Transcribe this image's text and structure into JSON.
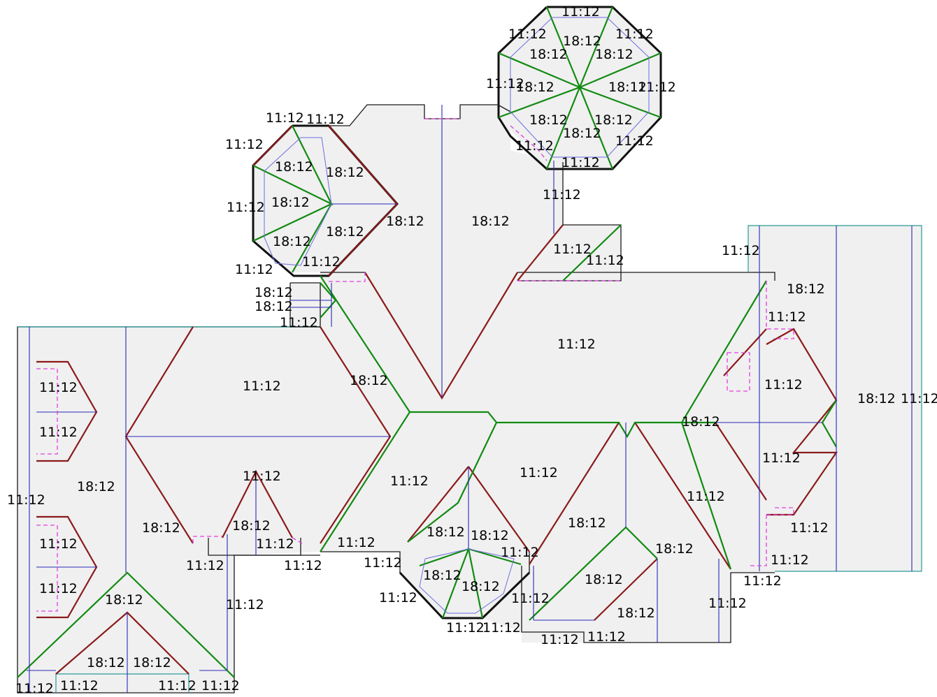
{
  "diagram": {
    "pitch_labels": [
      "11:12",
      "11:12",
      "11:12",
      "18:12",
      "18:12",
      "18:12",
      "18:12",
      "11:12",
      "18:12",
      "18:12",
      "18:12",
      "18:12",
      "18:12",
      "11:12",
      "11:12",
      "11:12",
      "11:12",
      "11:12",
      "11:12",
      "18:12",
      "18:12",
      "18:12",
      "18:12",
      "18:12",
      "18:12",
      "11:12",
      "11:12",
      "11:12",
      "11:12",
      "18:12",
      "11:12",
      "18:12",
      "18:12",
      "11:12",
      "11:12",
      "11:12",
      "11:12",
      "18:12",
      "11:12",
      "11:12",
      "18:12",
      "11:12",
      "18:12",
      "11:12",
      "11:12",
      "11:12",
      "11:12",
      "11:12",
      "11:12",
      "18:12",
      "18:12",
      "11:12",
      "11:12",
      "11:12",
      "18:12",
      "11:12",
      "11:12",
      "11:12",
      "11:12",
      "11:12",
      "11:12",
      "18:12",
      "11:12",
      "11:12",
      "18:12",
      "18:12",
      "11:12",
      "11:12",
      "11:12",
      "11:12",
      "18:12",
      "18:12",
      "11:12",
      "11:12",
      "11:12",
      "11:12",
      "11:12",
      "18:12",
      "11:12",
      "11:12",
      "18:12",
      "11:12",
      "18:12",
      "18:12",
      "11:12",
      "11:12",
      "18:12",
      "18:12",
      "11:12",
      "11:12"
    ]
  }
}
